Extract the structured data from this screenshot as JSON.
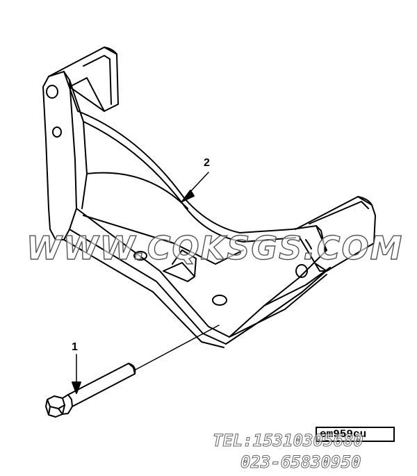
{
  "callouts": {
    "part_2": "2",
    "part_1": "1"
  },
  "reference_code": "em959cu",
  "watermark": {
    "site": "WWW.CQKSGS.COM",
    "tel": "TEL:15310305680",
    "phone": "023-65830950"
  },
  "colors": {
    "line": "#000000",
    "background": "#ffffff"
  }
}
